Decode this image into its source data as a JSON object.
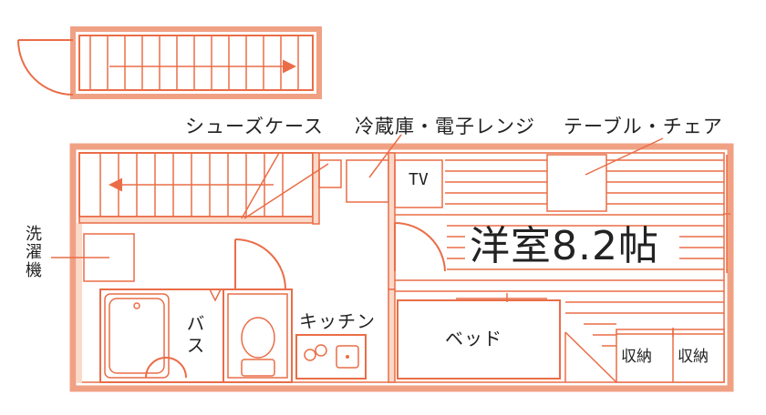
{
  "colors": {
    "wall": "#f0a184",
    "line": "#ea6d47",
    "fill": "#fbd9c9",
    "text": "#222222"
  },
  "labels": {
    "shoe_case": "シューズケース",
    "fridge_range": "冷蔵庫・電子レンジ",
    "table_chair": "テーブル・チェア",
    "washer": "洗濯機",
    "tv": "TV",
    "western_room": "洋室8.2帖",
    "kitchen": "キッチン",
    "bath": "バス",
    "bed": "ベッド",
    "storage_1": "収納",
    "storage_2": "収納"
  }
}
